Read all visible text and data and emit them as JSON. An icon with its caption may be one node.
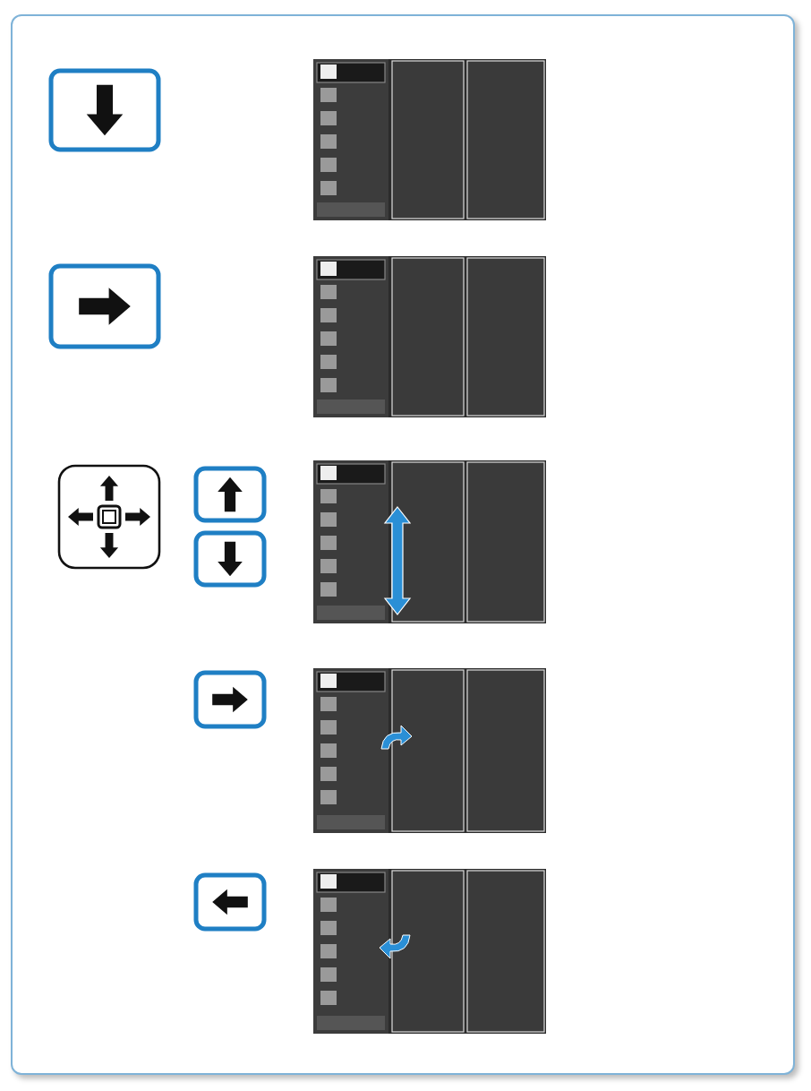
{
  "diagram": {
    "nodes": [
      {
        "text": [],
        "shape": "box"
      },
      {
        "text": [],
        "shape": "picture"
      },
      {
        "text": [],
        "shape": "box"
      },
      {
        "text": [],
        "shape": "picture"
      },
      {
        "text": [],
        "shape": "box"
      },
      {
        "text": [],
        "shape": "box"
      },
      {
        "text": [],
        "shape": "box"
      },
      {
        "text": [],
        "shape": "picture"
      },
      {
        "text": [],
        "shape": "box"
      },
      {
        "text": [],
        "shape": "picture"
      },
      {
        "text": [],
        "shape": "box"
      },
      {
        "text": [],
        "shape": "picture"
      }
    ]
  }
}
